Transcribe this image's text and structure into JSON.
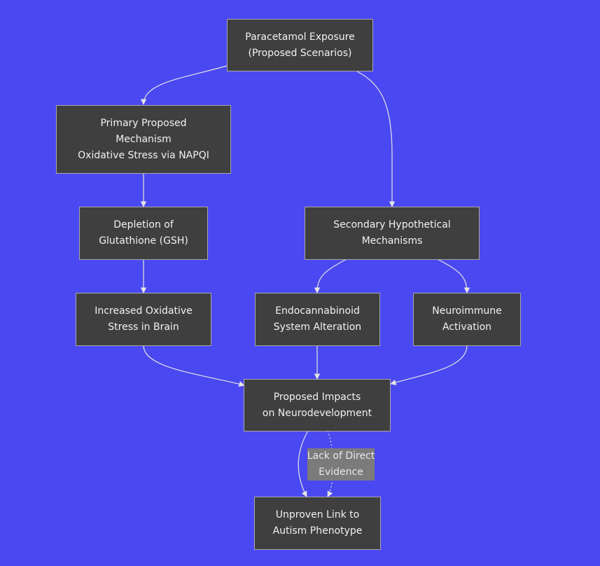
{
  "nodes": {
    "exposure": [
      "Paracetamol Exposure",
      "(Proposed Scenarios)"
    ],
    "primary": [
      "Primary Proposed",
      "Mechanism",
      "Oxidative Stress via NAPQI"
    ],
    "depletion": [
      "Depletion of",
      "Glutathione (GSH)"
    ],
    "secondary": [
      "Secondary Hypothetical",
      "Mechanisms"
    ],
    "oxidative": [
      "Increased Oxidative",
      "Stress in Brain"
    ],
    "endocannabinoid": [
      "Endocannabinoid",
      "System Alteration"
    ],
    "neuroimmune": [
      "Neuroimmune",
      "Activation"
    ],
    "impacts": [
      "Proposed Impacts",
      "on Neurodevelopment"
    ],
    "unproven": [
      "Unproven Link to",
      "Autism Phenotype"
    ]
  },
  "edge_labels": {
    "lack_evidence": [
      "Lack of Direct",
      "Evidence"
    ]
  },
  "colors": {
    "background": "#4a48f0",
    "node_fill": "#3f3f3f",
    "node_border": "#a8a8a8",
    "edge": "#e4e4e4",
    "label_fill": "#7b7b7b"
  }
}
